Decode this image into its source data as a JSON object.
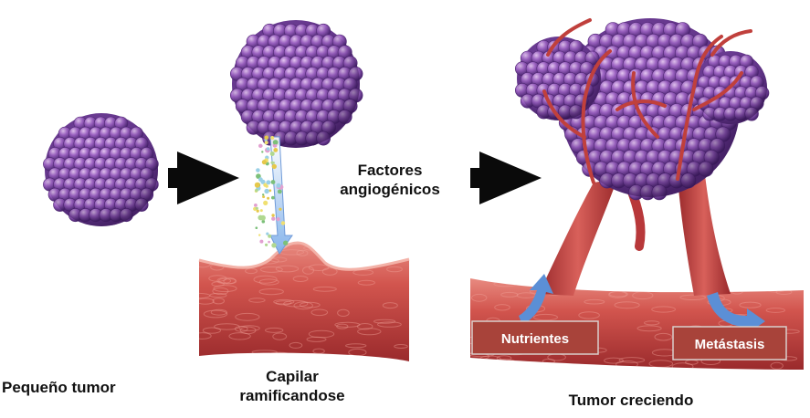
{
  "labels": {
    "small_tumor": "Pequeño tumor",
    "capillary_line1": "Capilar",
    "capillary_line2": "ramificandose",
    "factors_line1": "Factores",
    "factors_line2": "angiogénicos",
    "growing_tumor": "Tumor creciendo",
    "nutrients": "Nutrientes",
    "metastasis": "Metástasis"
  },
  "colors": {
    "tumor_cell": "#8a4fb0",
    "tumor_highlight": "#c9a0e0",
    "vessel": "#c23a38",
    "vessel_dark": "#8f2226",
    "badge": "#a8433a",
    "flow_arrow": "#5b8fd6",
    "stage_arrow": "#0a0a0a"
  },
  "icons": [
    "tumor-sphere-icon",
    "stage-arrow-icon",
    "capillary-icon",
    "growth-factor-particles-icon",
    "blood-vessel-icon",
    "flow-arrow-icon"
  ]
}
